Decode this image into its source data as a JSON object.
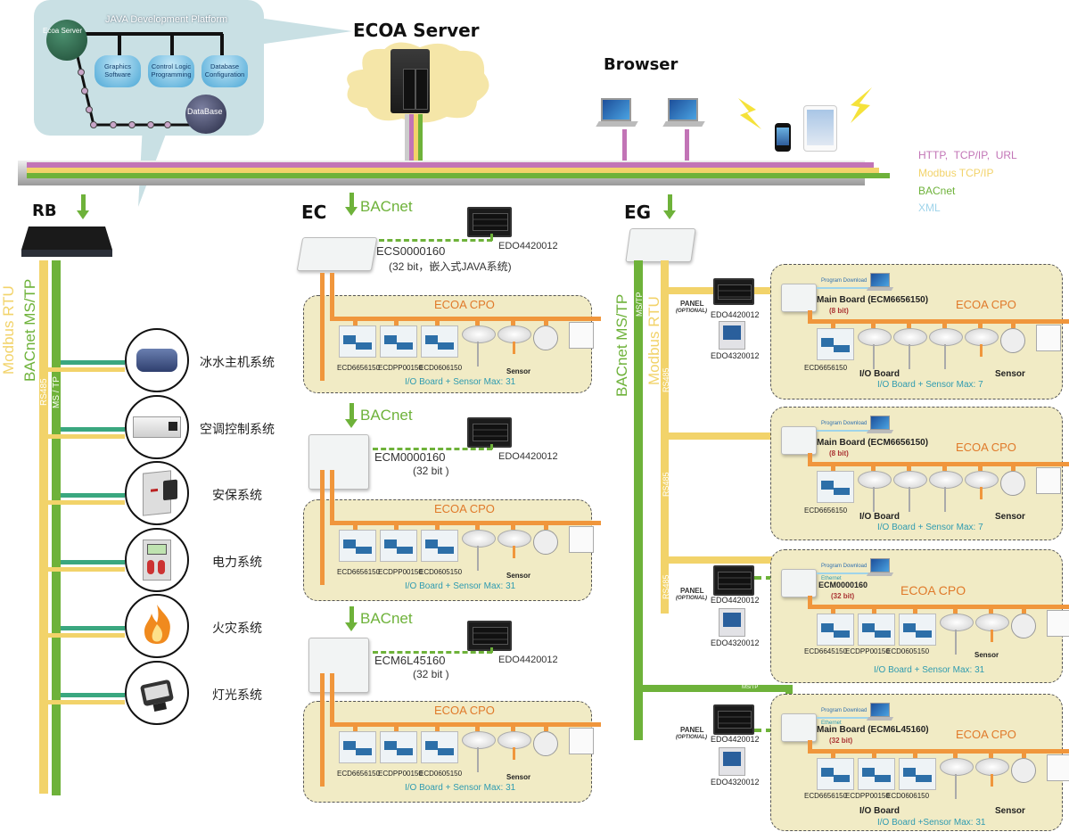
{
  "java_platform": {
    "title": "JAVA Development Platform",
    "ecoa_server_node": "Ecoa Server",
    "modules": [
      "Graphics Software",
      "Control Logic Programming",
      "Database Configuration"
    ],
    "database_node": "DataBase"
  },
  "server": {
    "title": "ECOA Server"
  },
  "browser": {
    "title": "Browser"
  },
  "legend": {
    "items": [
      {
        "label": "HTTP,  TCP/IP,  URL",
        "color": "#c274b6"
      },
      {
        "label": "Modbus TCP/IP",
        "color": "#f2d36a"
      },
      {
        "label": "BACnet",
        "color": "#6eb23a"
      },
      {
        "label": "XML",
        "color": "#9fd4ea"
      }
    ]
  },
  "rb": {
    "title": "RB",
    "bus_labels": {
      "modbus": "Modbus RTU",
      "bacnet": "BACnet MS/TP",
      "rs485": "RS485",
      "mstp": "MS / TP"
    },
    "systems": [
      {
        "label": "冰水主机系统",
        "icon": "chiller-icon"
      },
      {
        "label": "空调控制系统",
        "icon": "hvac-unit-icon"
      },
      {
        "label": "安保系统",
        "icon": "security-reader-icon"
      },
      {
        "label": "电力系统",
        "icon": "power-panel-icon"
      },
      {
        "label": "火灾系统",
        "icon": "fire-icon"
      },
      {
        "label": "灯光系统",
        "icon": "floodlight-icon"
      }
    ]
  },
  "ec": {
    "title": "EC",
    "protocol": "BACnet",
    "groups": [
      {
        "controller": "ECS0000160",
        "controller_note": "(32 bit，嵌入式JAVA系统)",
        "panel": "EDO4420012",
        "cpo_title": "ECOA CPO",
        "boards": [
          "ECD6656150",
          "ECDPP00150",
          "ECD0606150"
        ],
        "sensor_label": "Sensor",
        "caption": "I/O Board + Sensor  Max: 31"
      },
      {
        "controller": "ECM0000160",
        "controller_note": "(32 bit )",
        "panel": "EDO4420012",
        "cpo_title": "ECOA CPO",
        "boards": [
          "ECD6656150",
          "ECDPP00150",
          "ECD0605150"
        ],
        "sensor_label": "Sensor",
        "caption": "I/O Board + Sensor  Max: 31"
      },
      {
        "controller": "ECM6L45160",
        "controller_note": "(32 bit )",
        "panel": "EDO4420012",
        "cpo_title": "ECOA CPO",
        "boards": [
          "ECD6656150",
          "ECDPP00150",
          "ECD0605150"
        ],
        "sensor_label": "Sensor",
        "caption": "I/O Board + Sensor  Max: 31"
      }
    ]
  },
  "eg": {
    "title": "EG",
    "bus_labels": {
      "bacnet": "BACnet MS/TP",
      "mstp": "MS/TP",
      "modbus": "Modbus RTU",
      "rs485": "RS485",
      "mstp_branch": "MS/TP"
    },
    "panel_label": "PANEL",
    "panel_optional": "(OPTIONAL)",
    "panels": [
      "EDO4420012",
      "EDO4320012"
    ],
    "groups": [
      {
        "main_board": "Main Board (ECM6656150)",
        "bits": "(8 bit)",
        "program_download": "Program Download",
        "cpo_title": "ECOA CPO",
        "boards": [
          "ECD6656150"
        ],
        "io_label": "I/O Board",
        "sensor_label": "Sensor",
        "caption": "I/O Board + Sensor   Max: 7"
      },
      {
        "main_board": "Main Board (ECM6656150)",
        "bits": "(8 bit)",
        "program_download": "Program Download",
        "cpo_title": "ECOA CPO",
        "boards": [
          "ECD6656150"
        ],
        "io_label": "I/O Board",
        "sensor_label": "Sensor",
        "caption": "I/O Board + Sensor   Max: 7"
      },
      {
        "main_board": "ECM0000160",
        "bits": "(32 bit)",
        "program_download": "Program Download",
        "ethernet": "Ethernet",
        "cpo_title": "ECOA CPO",
        "boards": [
          "ECD6645150",
          "ECDPP00150",
          "ECD0605150"
        ],
        "sensor_label": "Sensor",
        "caption": "I/O Board + Sensor    Max: 31"
      },
      {
        "main_board": "Main Board (ECM6L45160)",
        "bits": "(32 bit)",
        "program_download": "Program Download",
        "ethernet": "Ethernet",
        "cpo_title": "ECOA CPO",
        "boards": [
          "ECD6656150",
          "ECDPP00150",
          "ECD0606150"
        ],
        "io_label": "I/O Board",
        "sensor_label": "Sensor",
        "caption": "I/O Board +Sensor     Max: 31"
      }
    ]
  }
}
